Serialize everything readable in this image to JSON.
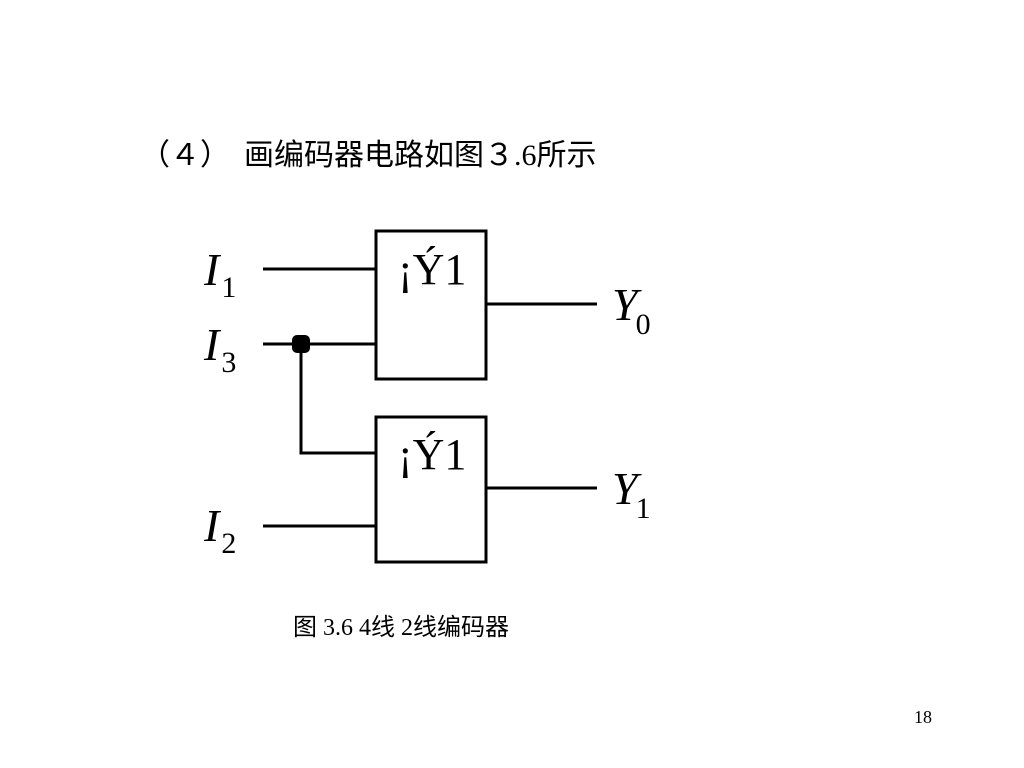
{
  "heading": {
    "number": "（４）",
    "text": "画编码器电路如图３.6所示"
  },
  "diagram": {
    "gates": [
      {
        "label": "¡Ý1",
        "output": {
          "letter": "Y",
          "subscript": "0"
        }
      },
      {
        "label": "¡Ý1",
        "output": {
          "letter": "Y",
          "subscript": "1"
        }
      }
    ],
    "inputs": [
      {
        "letter": "I",
        "subscript": "1"
      },
      {
        "letter": "I",
        "subscript": "3"
      },
      {
        "letter": "I",
        "subscript": "2"
      }
    ]
  },
  "caption": "图 3.6  4线  2线编码器",
  "page_number": "18"
}
